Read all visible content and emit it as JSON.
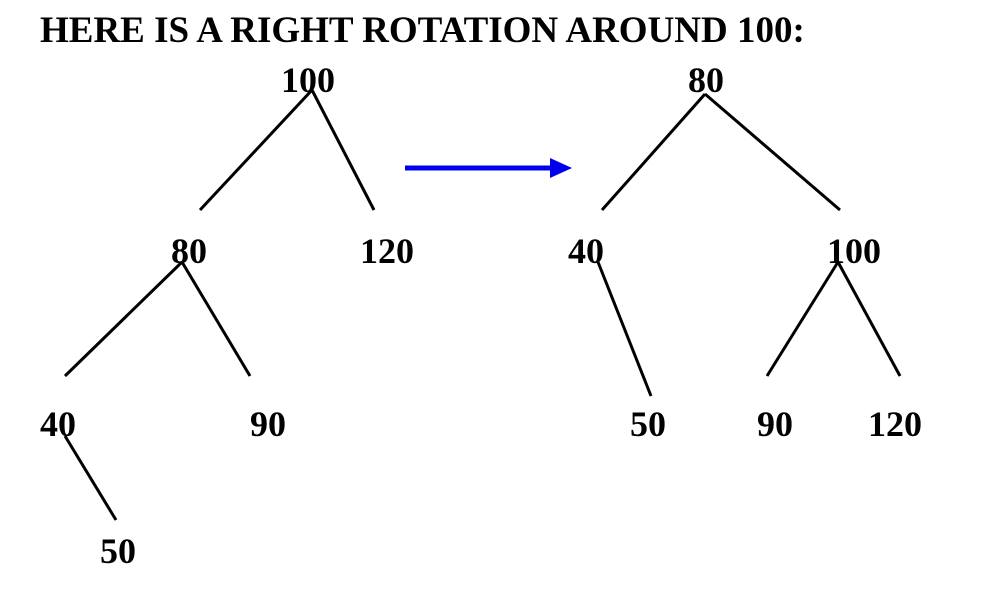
{
  "title": "HERE IS A RIGHT ROTATION AROUND 100:",
  "colors": {
    "edge": "#000000",
    "arrow": "#0000ee"
  },
  "before_tree": {
    "nodes": {
      "root": "100",
      "n80": "80",
      "n120": "120",
      "n40": "40",
      "n90": "90",
      "n50": "50"
    }
  },
  "after_tree": {
    "nodes": {
      "root": "80",
      "n40": "40",
      "n100": "100",
      "n50": "50",
      "n90": "90",
      "n120": "120"
    }
  }
}
